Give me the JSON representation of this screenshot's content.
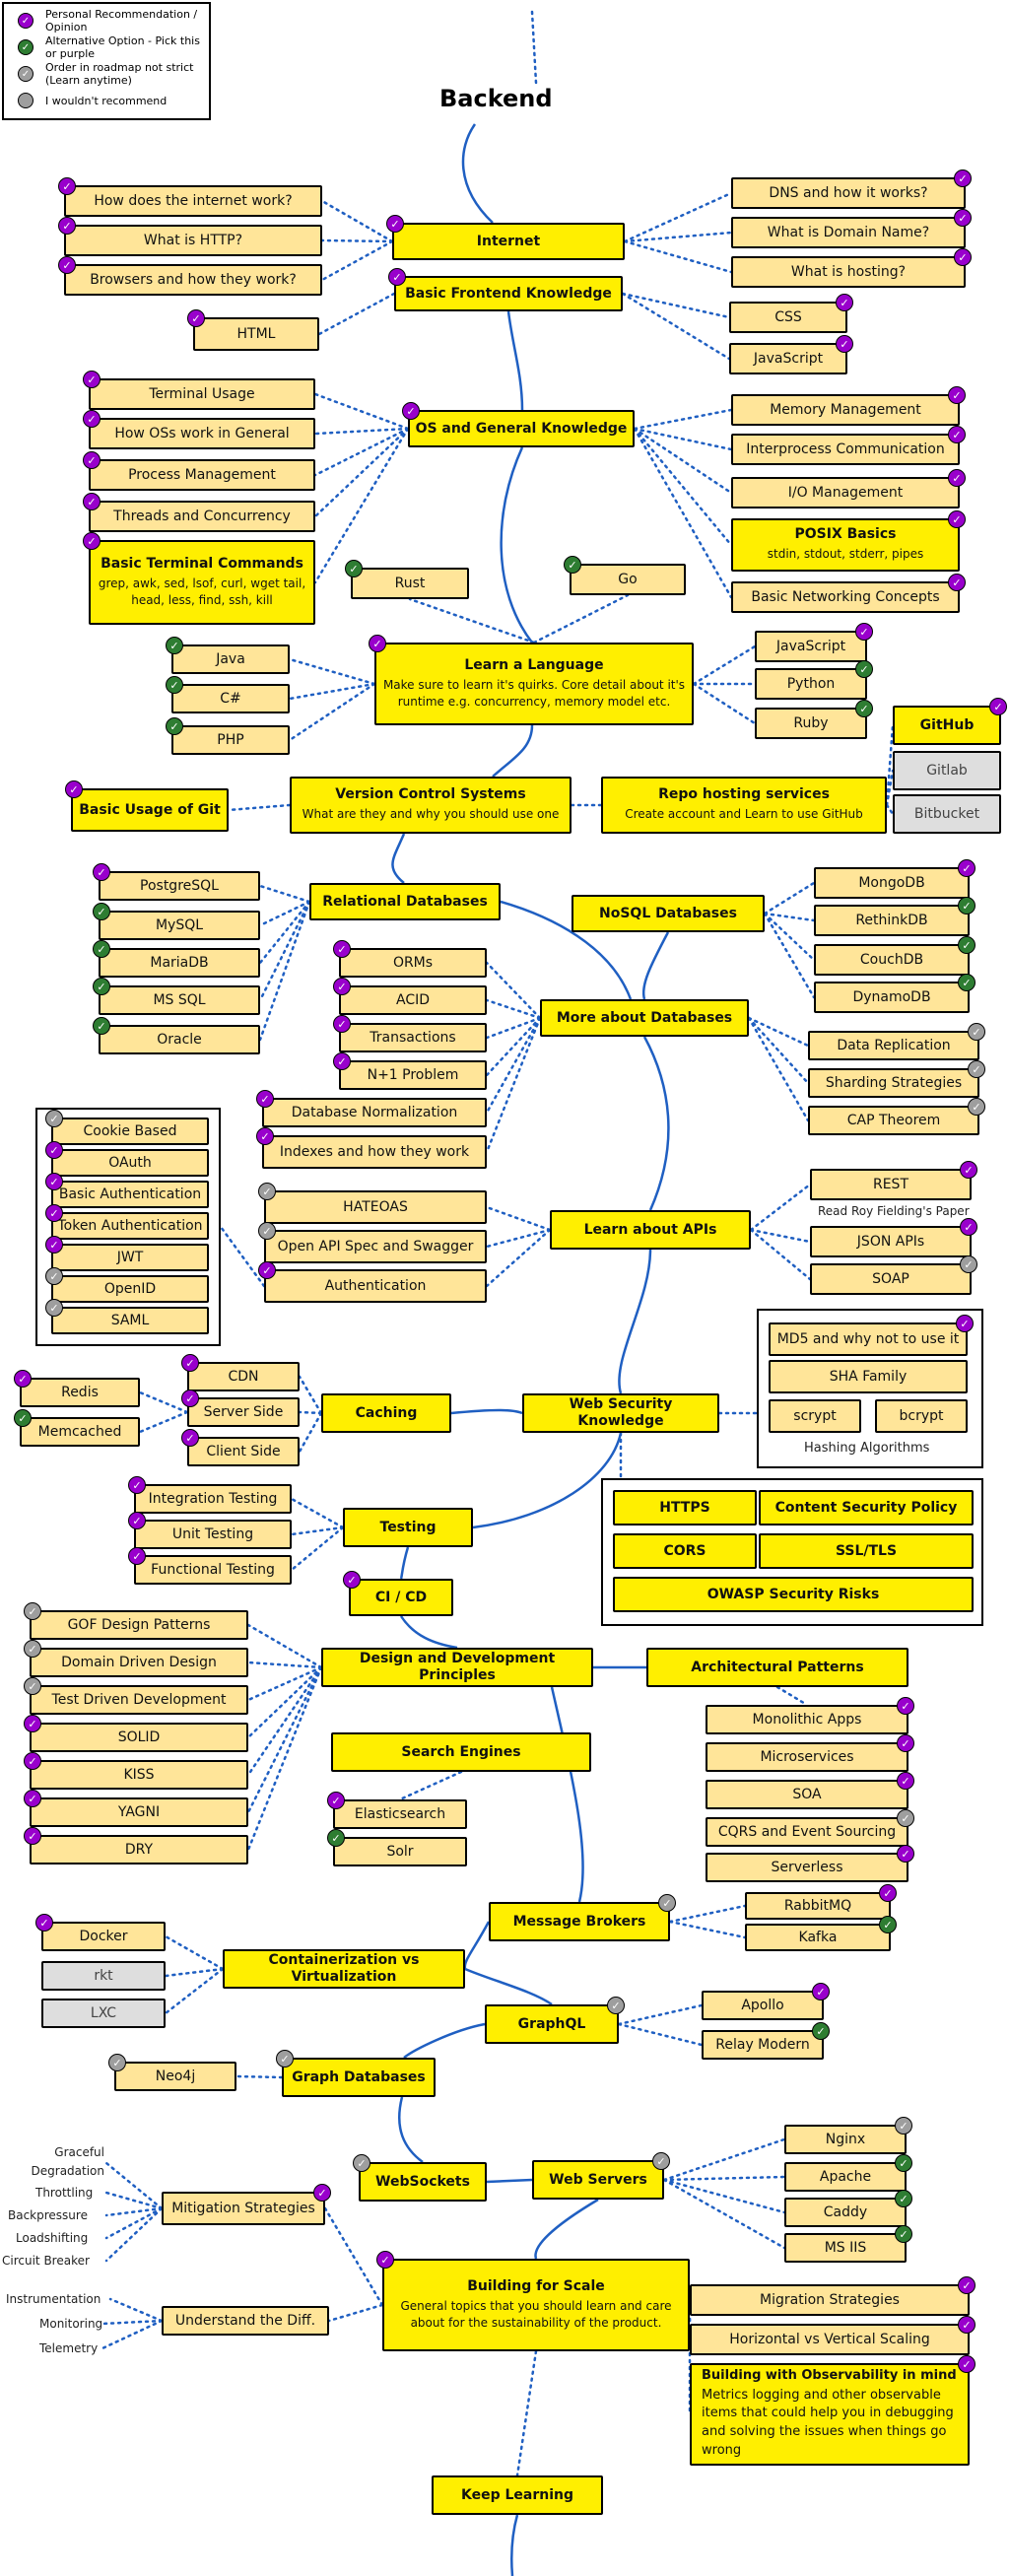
{
  "title": "Backend",
  "legend": [
    {
      "kind": "personal",
      "text": "Personal Recommendation / Opinion",
      "color": "#9900cc"
    },
    {
      "kind": "alternative",
      "text": "Alternative Option - Pick this or purple",
      "color": "#2e7d32"
    },
    {
      "kind": "optional",
      "text": "Order in roadmap not strict (Learn anytime)",
      "color": "#9e9e9e"
    },
    {
      "kind": "not",
      "text": "I wouldn't recommend",
      "color": "#9e9e9e"
    }
  ],
  "colors": {
    "main": "#ffef00",
    "sub": "#ffe599",
    "grey": "#dedede",
    "line": "#1f5fc2"
  },
  "nodes": {
    "internet": {
      "label": "Internet"
    },
    "how_internet": {
      "label": "How does the internet work?"
    },
    "what_http": {
      "label": "What is HTTP?"
    },
    "browsers": {
      "label": "Browsers and how they work?"
    },
    "dns": {
      "label": "DNS and how it works?"
    },
    "domain_name": {
      "label": "What is Domain Name?"
    },
    "hosting": {
      "label": "What is hosting?"
    },
    "frontend": {
      "label": "Basic Frontend Knowledge"
    },
    "html": {
      "label": "HTML"
    },
    "css": {
      "label": "CSS"
    },
    "javascript_fe": {
      "label": "JavaScript"
    },
    "os": {
      "label": "OS and General Knowledge"
    },
    "terminal_usage": {
      "label": "Terminal Usage"
    },
    "how_os": {
      "label": "How OSs work in General"
    },
    "process_mgmt": {
      "label": "Process Management"
    },
    "threads": {
      "label": "Threads and Concurrency"
    },
    "terminal_cmds": {
      "label": "Basic Terminal Commands",
      "detail": "grep, awk, sed, lsof, curl, wget tail, head, less, find, ssh, kill"
    },
    "memory_mgmt": {
      "label": "Memory Management"
    },
    "ipc": {
      "label": "Interprocess Communication"
    },
    "io_mgmt": {
      "label": "I/O Management"
    },
    "posix": {
      "label": "POSIX Basics",
      "detail": "stdin, stdout, stderr, pipes"
    },
    "networking": {
      "label": "Basic Networking Concepts"
    },
    "rust": {
      "label": "Rust"
    },
    "go": {
      "label": "Go"
    },
    "language": {
      "label": "Learn a Language",
      "detail": "Make sure to learn it's quirks. Core detail about it's runtime e.g. concurrency, memory model etc."
    },
    "java": {
      "label": "Java"
    },
    "csharp": {
      "label": "C#"
    },
    "php": {
      "label": "PHP"
    },
    "javascript": {
      "label": "JavaScript"
    },
    "python": {
      "label": "Python"
    },
    "ruby": {
      "label": "Ruby"
    },
    "github": {
      "label": "GitHub"
    },
    "gitlab": {
      "label": "Gitlab"
    },
    "bitbucket": {
      "label": "Bitbucket"
    },
    "git_basic": {
      "label": "Basic Usage of Git"
    },
    "vcs": {
      "label": "Version Control Systems",
      "detail": "What are they and why you should use one"
    },
    "repo_hosting": {
      "label": "Repo hosting services",
      "detail": "Create account and Learn to use GitHub"
    },
    "relational_db": {
      "label": "Relational Databases"
    },
    "postgresql": {
      "label": "PostgreSQL"
    },
    "mysql": {
      "label": "MySQL"
    },
    "mariadb": {
      "label": "MariaDB"
    },
    "mssql": {
      "label": "MS SQL"
    },
    "oracle": {
      "label": "Oracle"
    },
    "nosql": {
      "label": "NoSQL Databases"
    },
    "mongodb": {
      "label": "MongoDB"
    },
    "rethinkdb": {
      "label": "RethinkDB"
    },
    "couchdb": {
      "label": "CouchDB"
    },
    "dynamodb": {
      "label": "DynamoDB"
    },
    "orms": {
      "label": "ORMs"
    },
    "acid": {
      "label": "ACID"
    },
    "transactions": {
      "label": "Transactions"
    },
    "n_plus_one": {
      "label": "N+1 Problem"
    },
    "normalization": {
      "label": "Database Normalization"
    },
    "indexes": {
      "label": "Indexes and how they work"
    },
    "more_db": {
      "label": "More about Databases"
    },
    "replication": {
      "label": "Data Replication"
    },
    "sharding": {
      "label": "Sharding Strategies"
    },
    "cap": {
      "label": "CAP Theorem"
    },
    "cookie_auth": {
      "label": "Cookie Based"
    },
    "oauth": {
      "label": "OAuth"
    },
    "basic_auth": {
      "label": "Basic Authentication"
    },
    "token_auth": {
      "label": "Token Authentication"
    },
    "jwt": {
      "label": "JWT"
    },
    "openid": {
      "label": "OpenID"
    },
    "saml": {
      "label": "SAML"
    },
    "hateoas": {
      "label": "HATEOAS"
    },
    "openapi": {
      "label": "Open API Spec and Swagger"
    },
    "authentication": {
      "label": "Authentication"
    },
    "apis": {
      "label": "Learn about APIs"
    },
    "rest": {
      "label": "REST"
    },
    "json_apis": {
      "label": "JSON APIs"
    },
    "soap": {
      "label": "SOAP"
    },
    "md5": {
      "label": "MD5 and why not to use it"
    },
    "sha": {
      "label": "SHA Family"
    },
    "scrypt": {
      "label": "scrypt"
    },
    "bcrypt": {
      "label": "bcrypt"
    },
    "redis": {
      "label": "Redis"
    },
    "memcached": {
      "label": "Memcached"
    },
    "cdn": {
      "label": "CDN"
    },
    "server_side": {
      "label": "Server Side"
    },
    "client_side": {
      "label": "Client Side"
    },
    "caching": {
      "label": "Caching"
    },
    "web_security": {
      "label": "Web Security Knowledge"
    },
    "https": {
      "label": "HTTPS"
    },
    "csp": {
      "label": "Content Security Policy"
    },
    "cors": {
      "label": "CORS"
    },
    "ssl": {
      "label": "SSL/TLS"
    },
    "owasp": {
      "label": "OWASP Security Risks"
    },
    "integration_testing": {
      "label": "Integration Testing"
    },
    "unit_testing": {
      "label": "Unit Testing"
    },
    "functional_testing": {
      "label": "Functional Testing"
    },
    "testing": {
      "label": "Testing"
    },
    "cicd": {
      "label": "CI / CD"
    },
    "gof": {
      "label": "GOF Design Patterns"
    },
    "ddd": {
      "label": "Domain Driven Design"
    },
    "tdd": {
      "label": "Test Driven Development"
    },
    "solid": {
      "label": "SOLID"
    },
    "kiss": {
      "label": "KISS"
    },
    "yagni": {
      "label": "YAGNI"
    },
    "dry": {
      "label": "DRY"
    },
    "design_principles": {
      "label": "Design and Development Principles"
    },
    "arch_patterns": {
      "label": "Architectural Patterns"
    },
    "monolithic": {
      "label": "Monolithic Apps"
    },
    "microservices": {
      "label": "Microservices"
    },
    "soa": {
      "label": "SOA"
    },
    "cqrs": {
      "label": "CQRS and Event Sourcing"
    },
    "serverless": {
      "label": "Serverless"
    },
    "search_engines": {
      "label": "Search Engines"
    },
    "elasticsearch": {
      "label": "Elasticsearch"
    },
    "solr": {
      "label": "Solr"
    },
    "message_brokers": {
      "label": "Message Brokers"
    },
    "rabbitmq": {
      "label": "RabbitMQ"
    },
    "kafka": {
      "label": "Kafka"
    },
    "docker": {
      "label": "Docker"
    },
    "rkt": {
      "label": "rkt"
    },
    "lxc": {
      "label": "LXC"
    },
    "containerization": {
      "label": "Containerization vs Virtualization"
    },
    "graphql": {
      "label": "GraphQL"
    },
    "apollo": {
      "label": "Apollo"
    },
    "relay": {
      "label": "Relay Modern"
    },
    "neo4j": {
      "label": "Neo4j"
    },
    "graph_db": {
      "label": "Graph Databases"
    },
    "websockets": {
      "label": "WebSockets"
    },
    "web_servers": {
      "label": "Web Servers"
    },
    "nginx": {
      "label": "Nginx"
    },
    "apache": {
      "label": "Apache"
    },
    "caddy": {
      "label": "Caddy"
    },
    "msiis": {
      "label": "MS IIS"
    },
    "mitigation": {
      "label": "Mitigation Strategies"
    },
    "understand_diff": {
      "label": "Understand the Diff."
    },
    "scalability": {
      "label": "Building for Scale",
      "detail": "General topics that you should learn and care about for the sustainability of the product."
    },
    "migration": {
      "label": "Migration Strategies"
    },
    "scaling": {
      "label": "Horizontal vs Vertical Scaling"
    },
    "observability": {
      "label": "Building with Observability in mind",
      "detail": "Metrics logging and other observable items that could help you in debugging and solving the issues when things go wrong"
    },
    "keep_learning": {
      "label": "Keep Learning"
    }
  },
  "captions": {
    "rest_note": "Read Roy Fielding's Paper",
    "hashing": "Hashing Algorithms",
    "graceful": "Graceful Degradation",
    "throttling": "Throttling",
    "backpressure": "Backpressure",
    "loadshifting": "Loadshifting",
    "circuit_breaker": "Circuit Breaker",
    "instrumentation": "Instrumentation",
    "monitoring": "Monitoring",
    "telemetry": "Telemetry"
  }
}
